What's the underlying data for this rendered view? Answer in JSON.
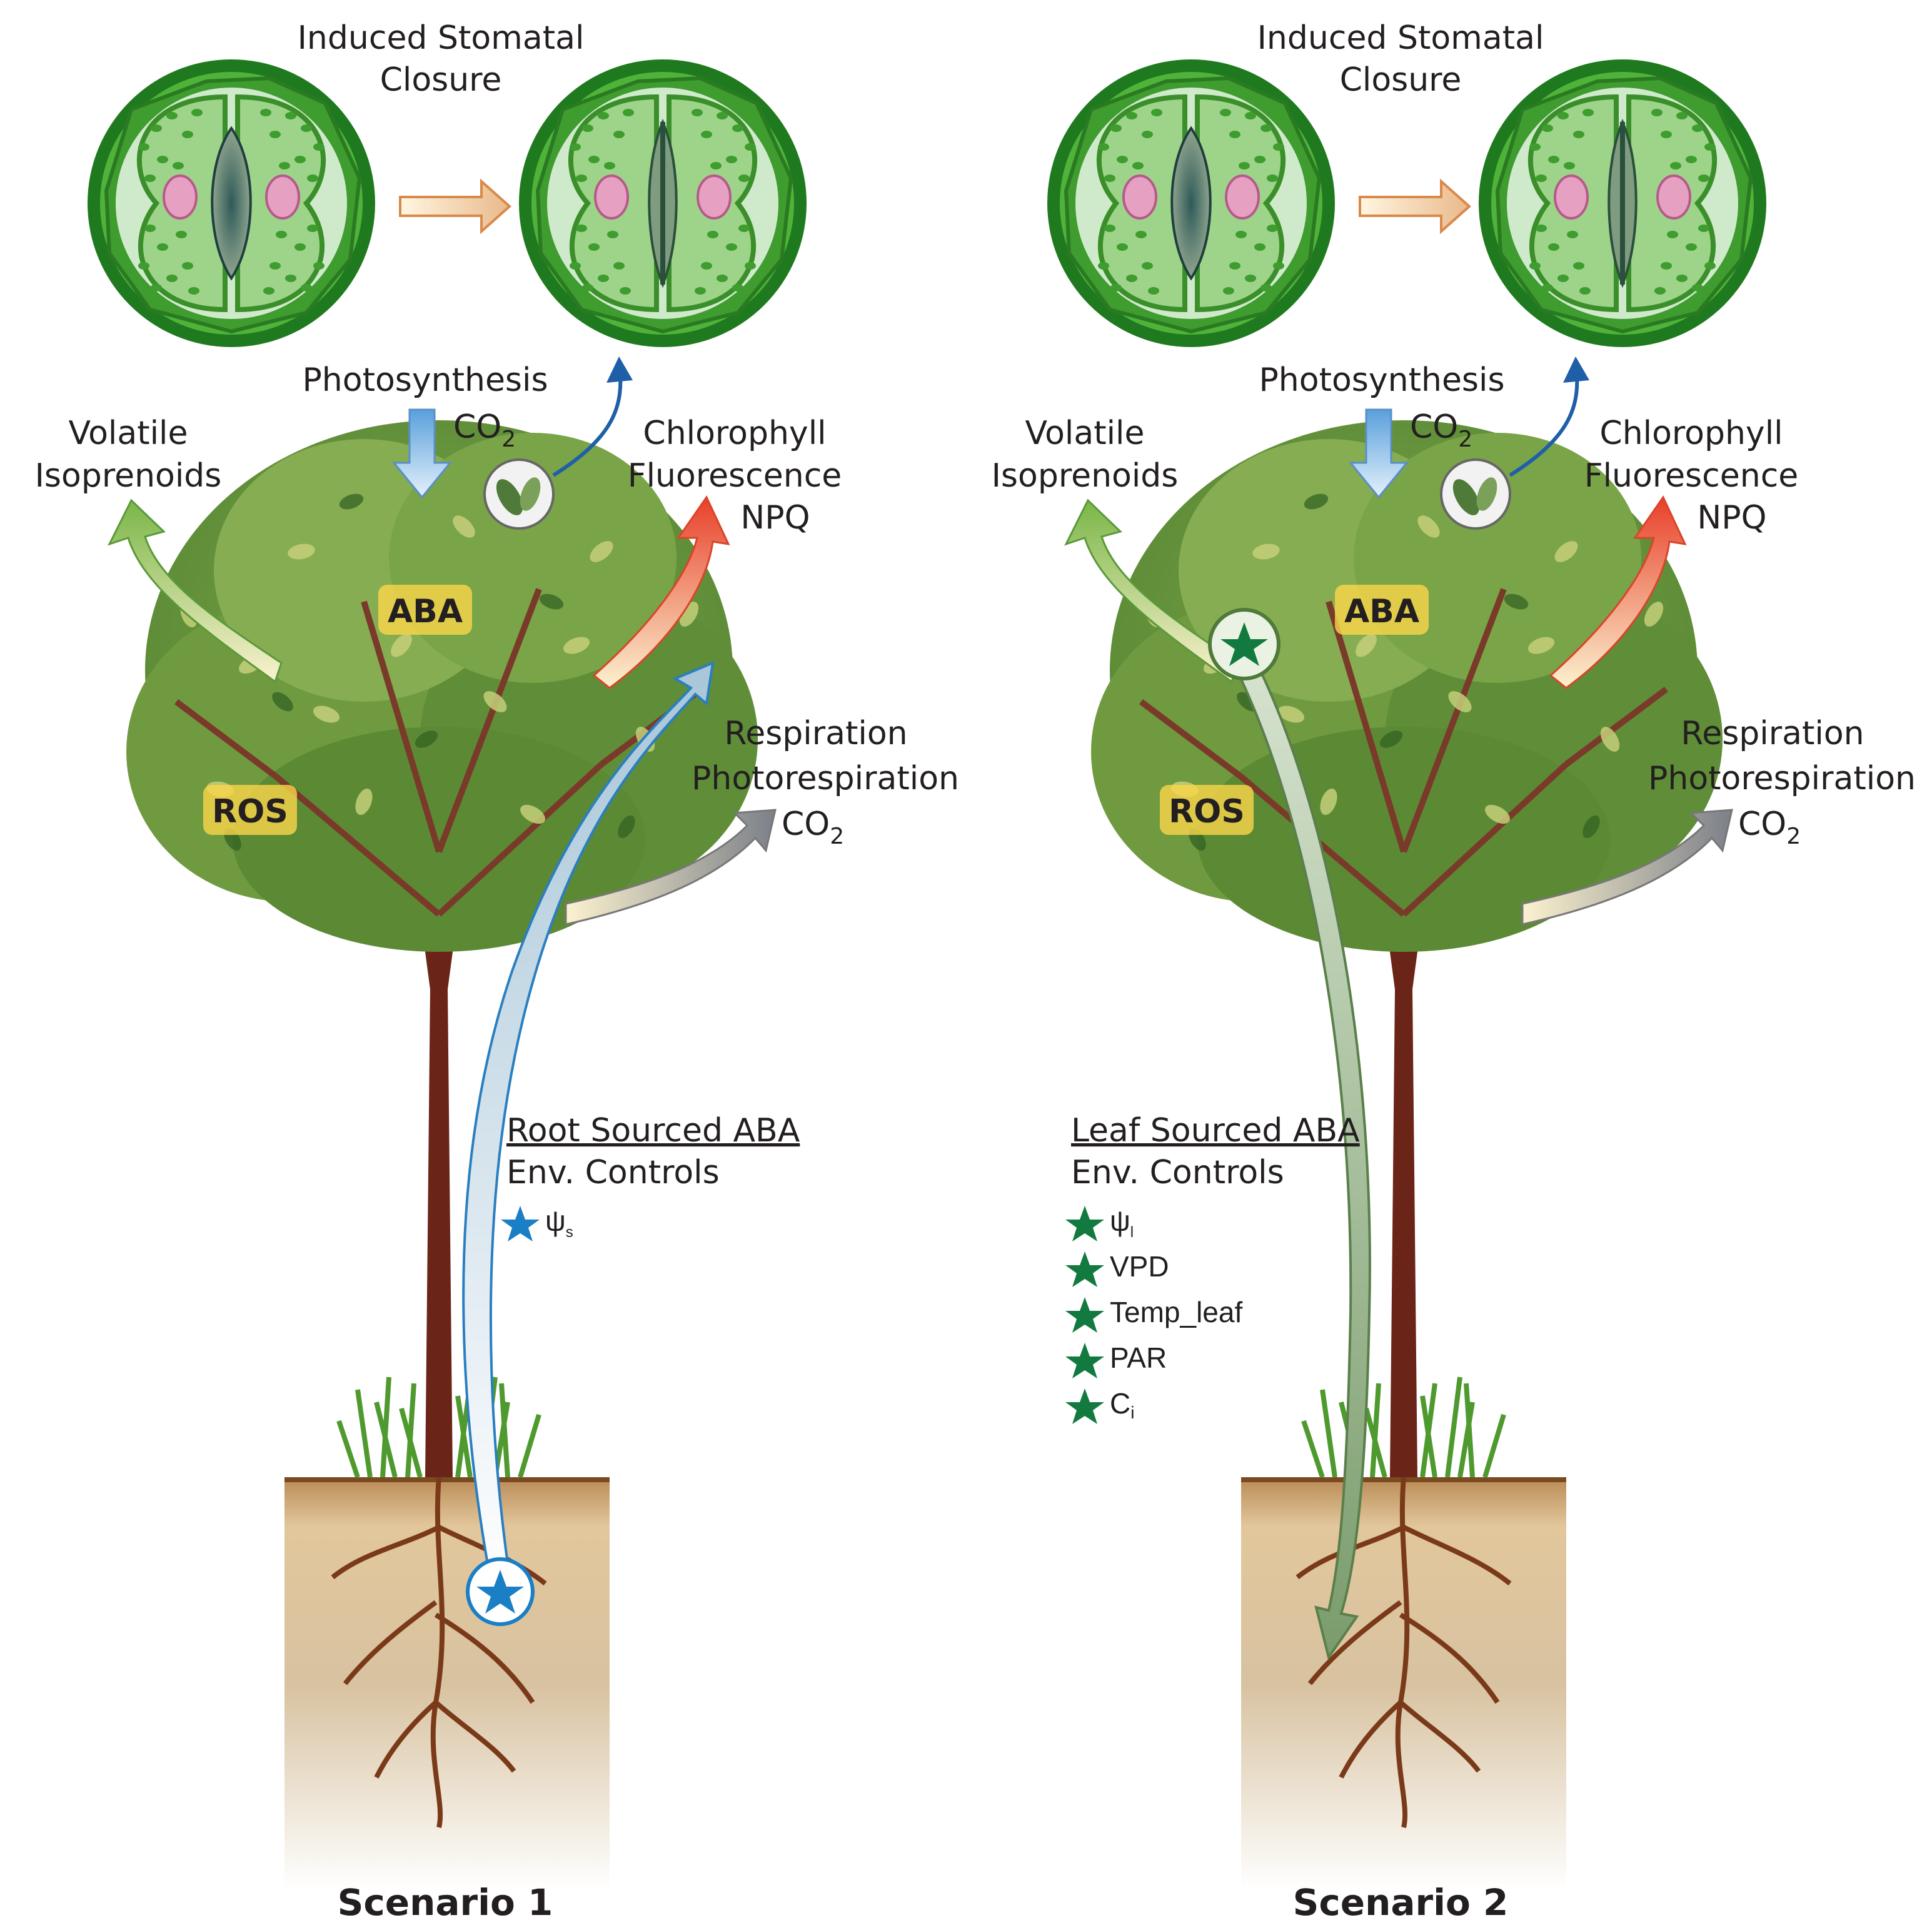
{
  "scenarios": [
    {
      "stomata_title_line1": "Induced Stomatal",
      "stomata_title_line2": "Closure",
      "photosynthesis": "Photosynthesis",
      "co2_in": "CO",
      "co2_in_sub": "2",
      "volatile_line1": "Volatile",
      "volatile_line2": "Isoprenoids",
      "chloro_line1": "Chlorophyll",
      "chloro_line2": "Fluorescence",
      "chloro_line3": "NPQ",
      "aba_tag": "ABA",
      "ros_tag": "ROS",
      "resp_line1": "Respiration",
      "resp_line2": "Photorespiration",
      "co2_out": "CO",
      "co2_out_sub": "2",
      "source_label": "Root Sourced ABA",
      "env_controls": "Env. Controls",
      "controls": [
        {
          "symbol": "ψ",
          "sub": "s"
        }
      ],
      "star_color": "#1a7fc4",
      "caption": "Scenario 1"
    },
    {
      "stomata_title_line1": "Induced Stomatal",
      "stomata_title_line2": "Closure",
      "photosynthesis": "Photosynthesis",
      "co2_in": "CO",
      "co2_in_sub": "2",
      "volatile_line1": "Volatile",
      "volatile_line2": "Isoprenoids",
      "chloro_line1": "Chlorophyll",
      "chloro_line2": "Fluorescence",
      "chloro_line3": "NPQ",
      "aba_tag": "ABA",
      "ros_tag": "ROS",
      "resp_line1": "Respiration",
      "resp_line2": "Photorespiration",
      "co2_out": "CO",
      "co2_out_sub": "2",
      "source_label": "Leaf Sourced ABA",
      "env_controls": "Env. Controls",
      "controls": [
        {
          "symbol": "ψ",
          "sub": "l"
        },
        {
          "symbol": "VPD",
          "sub": ""
        },
        {
          "symbol": "Temp_leaf",
          "sub": ""
        },
        {
          "symbol": "PAR",
          "sub": ""
        },
        {
          "symbol": "C",
          "sub": "i"
        }
      ],
      "star_color": "#137a3f",
      "caption": "Scenario 2"
    }
  ],
  "colors": {
    "leaf_dark": "#3d7a2a",
    "leaf_light": "#9cc25a",
    "trunk": "#6b2418",
    "soil": "#c9a97a",
    "stoma_ring": "#2f9a2f",
    "arrow_blue": "#1f5fa8",
    "arrow_red": "#e8402a",
    "arrow_green": "#7ab648",
    "arrow_grey": "#8a8f96"
  }
}
